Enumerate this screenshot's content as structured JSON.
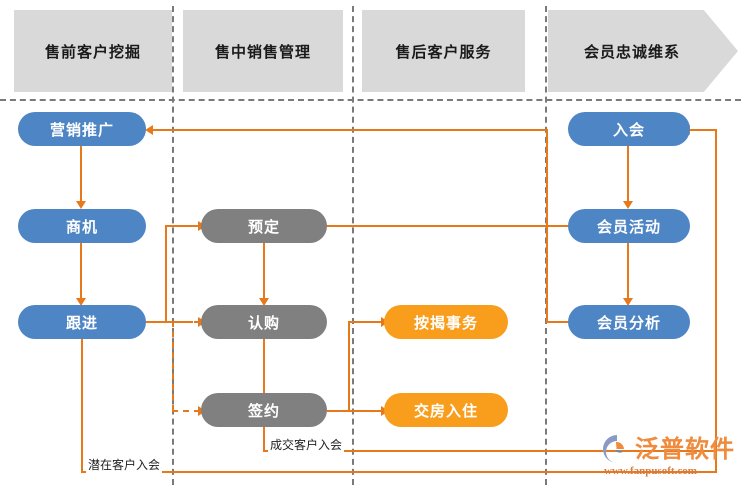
{
  "header": {
    "segments": [
      {
        "label": "售前客户挖掘"
      },
      {
        "label": "售中销售管理"
      },
      {
        "label": "售后客户服务"
      },
      {
        "label": "会员忠诚维系"
      }
    ]
  },
  "nodes": {
    "presale": [
      {
        "id": "marketing",
        "label": "营销推广",
        "color": "#4e85c5"
      },
      {
        "id": "opportunity",
        "label": "商机",
        "color": "#4e85c5"
      },
      {
        "id": "followup",
        "label": "跟进",
        "color": "#4e85c5"
      }
    ],
    "sales": [
      {
        "id": "reserve",
        "label": "预定",
        "color": "#808080"
      },
      {
        "id": "subscribe",
        "label": "认购",
        "color": "#808080"
      },
      {
        "id": "contract",
        "label": "签约",
        "color": "#808080"
      }
    ],
    "aftersale": [
      {
        "id": "mortgage",
        "label": "按揭事务",
        "color": "#f99d1c"
      },
      {
        "id": "handover",
        "label": "交房入住",
        "color": "#f99d1c"
      }
    ],
    "member": [
      {
        "id": "join",
        "label": "入会",
        "color": "#4e85c5"
      },
      {
        "id": "activity",
        "label": "会员活动",
        "color": "#4e85c5"
      },
      {
        "id": "analysis",
        "label": "会员分析",
        "color": "#4e85c5"
      }
    ]
  },
  "edge_labels": {
    "potential": "潜在客户入会",
    "closed": "成交客户入会"
  },
  "logo": {
    "name": "泛普软件",
    "url": "www.fanpusoft.com"
  },
  "colors": {
    "blue": "#4e85c5",
    "gray": "#808080",
    "orange_node": "#f99d1c",
    "connector": "#e8791b",
    "band": "#d9d9d9",
    "divider": "#7a7a7a"
  }
}
